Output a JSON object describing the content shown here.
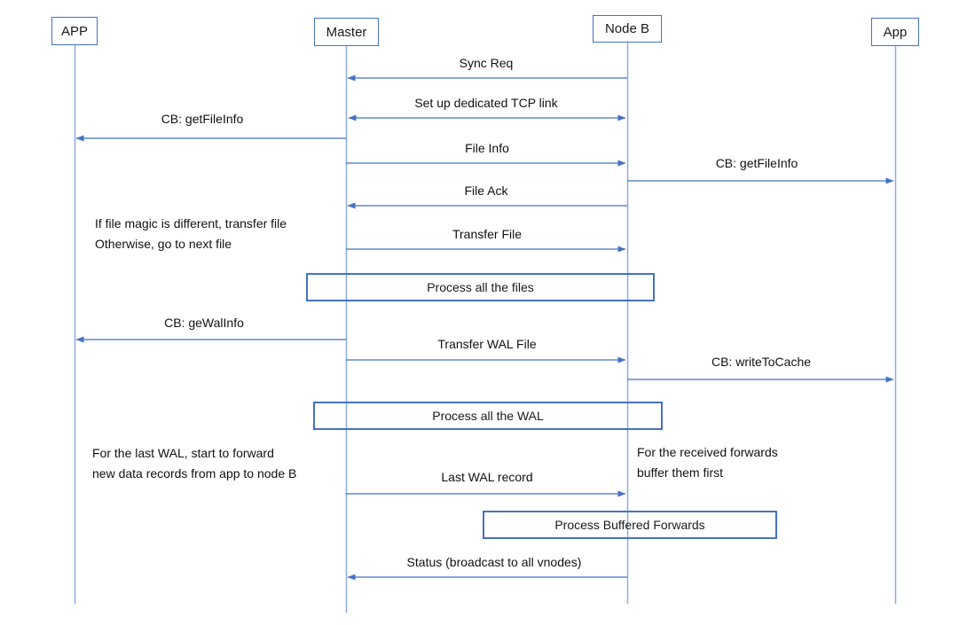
{
  "actors": [
    {
      "label": "APP"
    },
    {
      "label": "Master"
    },
    {
      "label": "Node B"
    },
    {
      "label": "App"
    }
  ],
  "messages": [
    {
      "label": "Sync Req",
      "from": "Node B",
      "to": "Master",
      "direction": "left"
    },
    {
      "label": "Set up dedicated TCP link",
      "from": "Master",
      "to": "Node B",
      "direction": "both"
    },
    {
      "label": "CB: getFileInfo",
      "from": "Master",
      "to": "APP",
      "direction": "left"
    },
    {
      "label": "File Info",
      "from": "Master",
      "to": "Node B",
      "direction": "right"
    },
    {
      "label": "CB: getFileInfo",
      "from": "Node B",
      "to": "App",
      "direction": "right"
    },
    {
      "label": "File Ack",
      "from": "Node B",
      "to": "Master",
      "direction": "left"
    },
    {
      "label": "Transfer File",
      "from": "Master",
      "to": "Node B",
      "direction": "right"
    },
    {
      "label": "CB: geWalInfo",
      "from": "Master",
      "to": "APP",
      "direction": "left"
    },
    {
      "label": "Transfer WAL File",
      "from": "Master",
      "to": "Node B",
      "direction": "right"
    },
    {
      "label": "CB: writeToCache",
      "from": "Node B",
      "to": "App",
      "direction": "right"
    },
    {
      "label": "Last WAL record",
      "from": "Master",
      "to": "Node B",
      "direction": "right"
    },
    {
      "label": "Status (broadcast to all vnodes)",
      "from": "Node B",
      "to": "Master",
      "direction": "left"
    }
  ],
  "process_boxes": [
    {
      "label": "Process all the files"
    },
    {
      "label": "Process all the WAL"
    },
    {
      "label": "Process Buffered Forwards"
    }
  ],
  "notes": [
    {
      "text": "If file magic is different, transfer file\nOtherwise, go to next file"
    },
    {
      "text": "For the last WAL, start to forward\nnew data records from app to node B"
    },
    {
      "text": "For the received forwards\nbuffer them first"
    }
  ],
  "colors": {
    "arrow": "#4472C4",
    "lifeline": "#8FAADC",
    "box_border": "#4472C4",
    "text": "#000000"
  }
}
